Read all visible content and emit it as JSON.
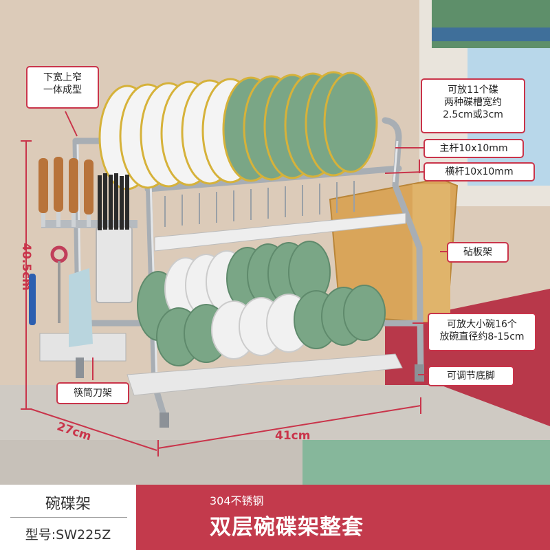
{
  "callouts": {
    "taper_left": [
      "下宽上窄",
      "一体成型"
    ],
    "capacity_plates": [
      "可放11个碟",
      "两种碟槽宽约",
      "2.5cm或3cm"
    ],
    "main_rod": "主杆10x10mm",
    "cross_rod": "横杆10x10mm",
    "board_rack": "砧板架",
    "capacity_bowls": [
      "可放大小碗16个",
      "放碗直径约8-15cm"
    ],
    "feet": "可调节底脚",
    "holder": "筷筒刀架"
  },
  "dimensions": {
    "height": "40.5cm",
    "depth": "27cm",
    "width": "41cm"
  },
  "footer": {
    "product": "碗碟架",
    "model": "型号:SW225Z",
    "material": "304不锈钢",
    "title": "双层碗碟架整套"
  },
  "colors": {
    "accent": "#c9344a",
    "footer_bg": "#c33a4c"
  }
}
